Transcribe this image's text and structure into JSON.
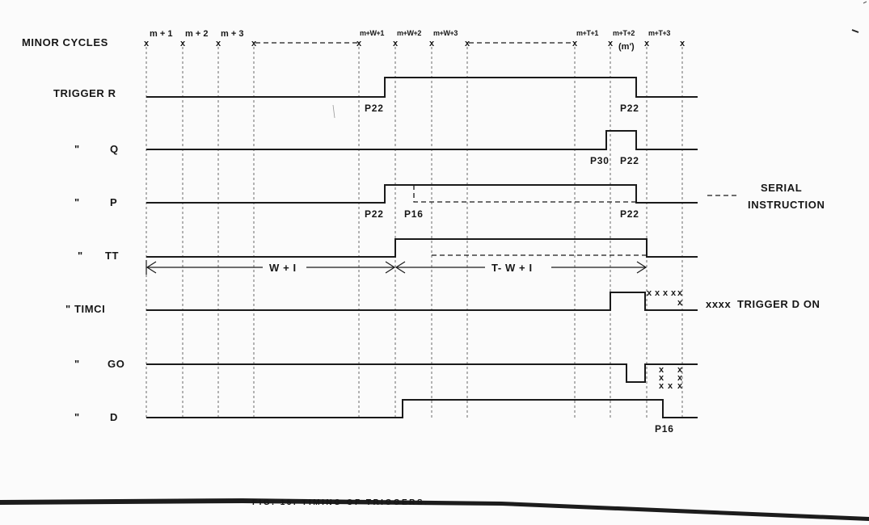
{
  "labels": {
    "minor_cycles": "MINOR CYCLES",
    "trigger_r": "TRIGGER R",
    "q": "Q",
    "p": "P",
    "tt": "TT",
    "timci": "TIMCI",
    "go": "GO",
    "d": "D",
    "ditto": "\""
  },
  "cycles": [
    "m + 1",
    "m + 2",
    "m + 3",
    "m+W+1",
    "m+W+2",
    "m+W+3",
    "m+T+1",
    "m+T+2",
    "m+T+3"
  ],
  "cycle_sub": "(m')",
  "pulses": {
    "r_rise": "P22",
    "r_fall": "P22",
    "q_rise": "P30",
    "q_fall": "P22",
    "p_rise": "P22",
    "p_dash": "P16",
    "p_fall": "P22",
    "d_fall": "P16"
  },
  "intervals": {
    "first": "W + I",
    "second": "T- W + I"
  },
  "notes": {
    "serial_1": "SERIAL",
    "serial_2": "INSTRUCTION",
    "trigger_d_marks": "xxxx",
    "trigger_d_text": "TRIGGER D ON"
  },
  "caption": "FIG. 15. TIMING OF TRIGGERS."
}
